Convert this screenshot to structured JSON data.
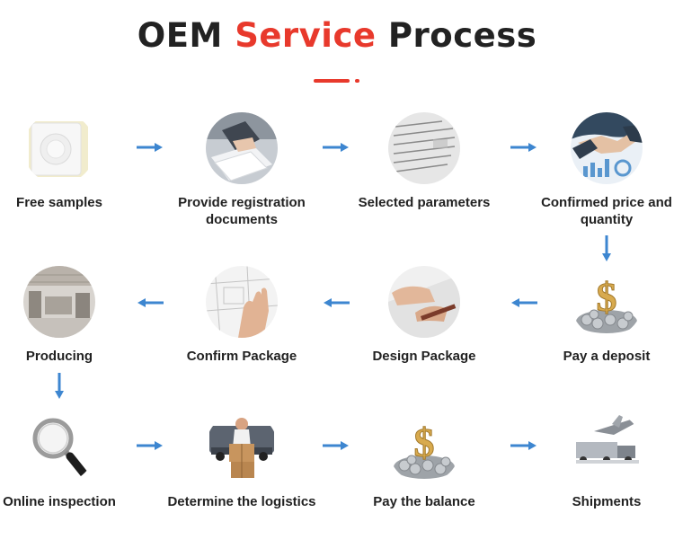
{
  "title": {
    "part1": "OEM",
    "part2": "Service",
    "part3": "Process"
  },
  "colors": {
    "accent": "#e8392c",
    "arrow": "#3d86d0"
  },
  "steps": [
    {
      "label": "Free samples",
      "icon": "sample-patch-icon"
    },
    {
      "label": "Provide registration documents",
      "icon": "documents-icon"
    },
    {
      "label": "Selected parameters",
      "icon": "parameters-paper-icon"
    },
    {
      "label": "Confirmed price and quantity",
      "icon": "handshake-icon"
    },
    {
      "label": "Pay a deposit",
      "icon": "dollar-coins-icon"
    },
    {
      "label": "Design Package",
      "icon": "design-drawing-icon"
    },
    {
      "label": "Confirm Package",
      "icon": "blueprint-hand-icon"
    },
    {
      "label": "Producing",
      "icon": "factory-icon"
    },
    {
      "label": "Online inspection",
      "icon": "magnifier-icon"
    },
    {
      "label": "Determine the logistics",
      "icon": "delivery-boxes-icon"
    },
    {
      "label": "Pay the balance",
      "icon": "dollar-coins-icon"
    },
    {
      "label": "Shipments",
      "icon": "shipping-transport-icon"
    }
  ]
}
